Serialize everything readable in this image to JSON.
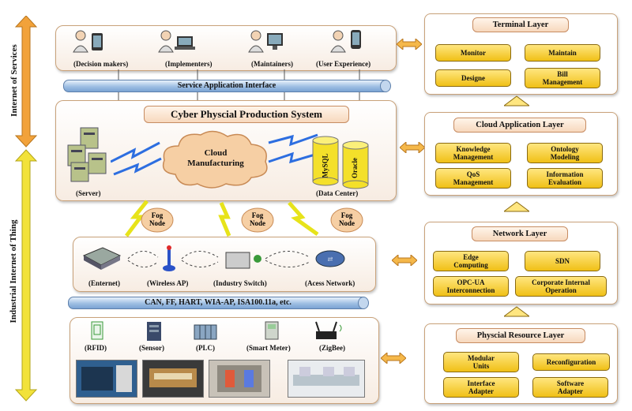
{
  "side_labels": {
    "internet_of_services": "Internet of Services",
    "industrial_iot": "Industrial Internet of Thing"
  },
  "users": [
    "(Decision makers)",
    "(Implementers)",
    "(Maintainers)",
    "(User Experience)"
  ],
  "service_interface": "Service Application Interface",
  "cpps_title": "Cyber Physcial Production System",
  "cloud_label": "Cloud\nManufacturing",
  "server_label": "(Server)",
  "datacenter_label": "(Data Center)",
  "db_labels": [
    "MySQL",
    "Oracle"
  ],
  "fog_nodes": [
    "Fog\nNode",
    "Fog\nNode",
    "Fog\nNode"
  ],
  "network_devices": [
    "(Enternet)",
    "(Wireless AP)",
    "(Industry Switch)",
    "(Acess Network)"
  ],
  "bus_label": "CAN, FF, HART, WIA-AP, ISA100.11a, etc.",
  "field_devices": [
    "(RFID)",
    "(Sensor)",
    "(PLC)",
    "(Smart Meter)",
    "(ZigBee)"
  ],
  "layers": {
    "terminal": {
      "title": "Terminal Layer",
      "items": [
        "Monitor",
        "Maintain",
        "Designe",
        "Bill\nManagement"
      ]
    },
    "cloud_app": {
      "title": "Cloud Application Layer",
      "items": [
        "Knowledge\nManagement",
        "Ontology\nModeling",
        "QoS\nManagement",
        "Information\nEvaluation"
      ]
    },
    "network": {
      "title": "Network Layer",
      "items": [
        "Edge\nComputing",
        "SDN",
        "OPC-UA\nInterconnection",
        "Corporate Internal\nOperation"
      ]
    },
    "physical": {
      "title": "Physcial Resource Layer",
      "items": [
        "Modular\nUnits",
        "Reconfiguration",
        "Interface\nAdapter",
        "Software\nAdapter"
      ]
    }
  },
  "colors": {
    "button_yellow": "#f0c016",
    "panel_border": "#c9a27a",
    "pipe_blue": "#9fbfe3",
    "arrow_orange": "#f5b84a",
    "side_arrow_yellow": "#f2e23a"
  }
}
